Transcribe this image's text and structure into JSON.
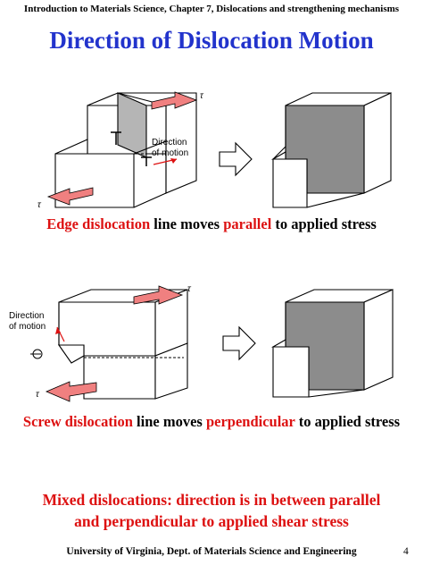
{
  "header": "Introduction to Materials Science, Chapter 7, Dislocations and strengthening mechanisms",
  "title": "Direction of Dislocation Motion",
  "figure1": {
    "label_line1": "Direction",
    "label_line2": "of motion",
    "tau": "τ"
  },
  "caption1": {
    "part1": "Edge dislocation",
    "part2": " line moves ",
    "part3": "parallel",
    "part4": " to applied stress"
  },
  "figure2": {
    "label_line1": "Direction",
    "label_line2": "of motion",
    "tau": "τ"
  },
  "caption2": {
    "part1": "Screw dislocation",
    "part2": " line moves ",
    "part3": "perpendicular",
    "part4": " to applied stress"
  },
  "mixed": {
    "line1": "Mixed dislocations: direction is in between parallel",
    "line2": "and perpendicular to applied shear stress"
  },
  "footer": "University of Virginia, Dept. of Materials Science and Engineering",
  "page_number": "4",
  "colors": {
    "title": "#2233cc",
    "highlight": "#dd1111",
    "arrow_fill": "#f08080",
    "shade": "#8c8c8c"
  }
}
